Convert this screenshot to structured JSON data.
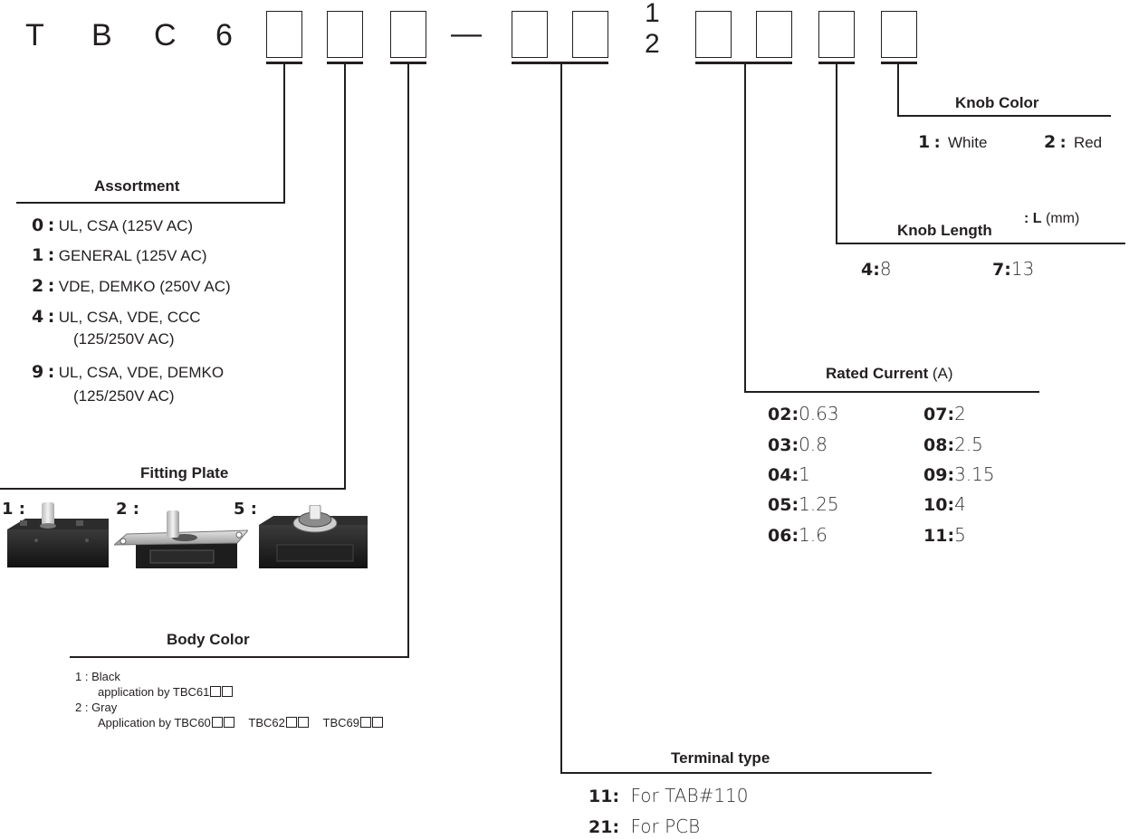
{
  "part_number": {
    "prefix": [
      "T",
      "B",
      "C",
      "6"
    ],
    "dash": "—",
    "stack_top": "1",
    "stack_bottom": "2"
  },
  "knob_color": {
    "heading": "Knob Color",
    "options": [
      {
        "code": "1",
        "sep": ":",
        "label": "White"
      },
      {
        "code": "2",
        "sep": ":",
        "label": "Red"
      }
    ]
  },
  "knob_length": {
    "heading": "Knob Length",
    "unit_prefix": ": L",
    "unit": "(mm)",
    "options": [
      {
        "code": "4",
        "sep": ":",
        "label": "8"
      },
      {
        "code": "7",
        "sep": ":",
        "label": "13"
      }
    ]
  },
  "assortment": {
    "heading": "Assortment",
    "options": [
      {
        "code": "0",
        "sep": ":",
        "label": "UL, CSA (125V AC)",
        "label2": ""
      },
      {
        "code": "1",
        "sep": ":",
        "label": "GENERAL (125V AC)",
        "label2": ""
      },
      {
        "code": "2",
        "sep": ":",
        "label": "VDE, DEMKO (250V AC)",
        "label2": ""
      },
      {
        "code": "4",
        "sep": ":",
        "label": "UL, CSA, VDE, CCC",
        "label2": "(125/250V AC)"
      },
      {
        "code": "9",
        "sep": ":",
        "label": "UL, CSA, VDE, DEMKO",
        "label2": "(125/250V AC)"
      }
    ]
  },
  "rated_current": {
    "heading": "Rated Current",
    "unit": "(A)",
    "left": [
      {
        "code": "02",
        "sep": ":",
        "label": "0.63"
      },
      {
        "code": "03",
        "sep": ":",
        "label": "0.8"
      },
      {
        "code": "04",
        "sep": ":",
        "label": "1"
      },
      {
        "code": "05",
        "sep": ":",
        "label": "1.25"
      },
      {
        "code": "06",
        "sep": ":",
        "label": "1.6"
      }
    ],
    "right": [
      {
        "code": "07",
        "sep": ":",
        "label": "2"
      },
      {
        "code": "08",
        "sep": ":",
        "label": "2.5"
      },
      {
        "code": "09",
        "sep": ":",
        "label": "3.15"
      },
      {
        "code": "10",
        "sep": ":",
        "label": "4"
      },
      {
        "code": "11",
        "sep": ":",
        "label": "5"
      }
    ]
  },
  "fitting_plate": {
    "heading": "Fitting Plate",
    "options": [
      {
        "code": "1 :"
      },
      {
        "code": "2 :"
      },
      {
        "code": "5 :"
      }
    ]
  },
  "body_color": {
    "heading": "Body Color",
    "line1": "1 : Black",
    "line2": "application by TBC61",
    "line3": "2 : Gray",
    "line4a": "Application by TBC60",
    "line4b": "TBC62",
    "line4c": "TBC69"
  },
  "terminal_type": {
    "heading": "Terminal type",
    "options": [
      {
        "code": "11",
        "sep": ":",
        "label": "For TAB#110"
      },
      {
        "code": "21",
        "sep": ":",
        "label": "For PCB"
      }
    ]
  },
  "colors": {
    "ink": "#231f20",
    "photo_dark": "#1f1f1f",
    "photo_plate": "#c9c9c9"
  }
}
